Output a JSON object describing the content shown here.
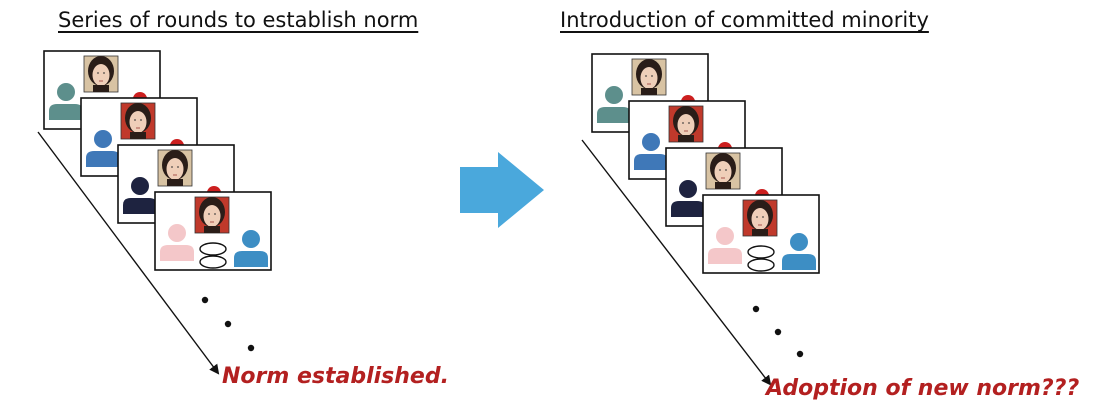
{
  "titles": {
    "left": "Series of rounds to establish norm",
    "right": "Introduction of committed minority"
  },
  "captions": {
    "left": "Norm established.",
    "right": "Adoption of new norm???"
  },
  "colors": {
    "caption_red": "#b32020",
    "arrow_blue": "#4aa8dc",
    "teal_person": "#5d8f8c",
    "blue_person": "#3f78b8",
    "navy_person": "#1e2340",
    "pink_person": "#f4c7c9",
    "light_blue_person": "#3d8ec4",
    "red_dot": "#cc1f1f",
    "photo_red_bg": "#c0392b",
    "photo_tan_bg": "#d8c3a3"
  },
  "icons": {
    "transition": "right-arrow-icon",
    "face": "face-photo-icon",
    "person": "person-icon",
    "speech": "speech-bubbles-icon",
    "ellipsis": "ellipsis-dots"
  }
}
